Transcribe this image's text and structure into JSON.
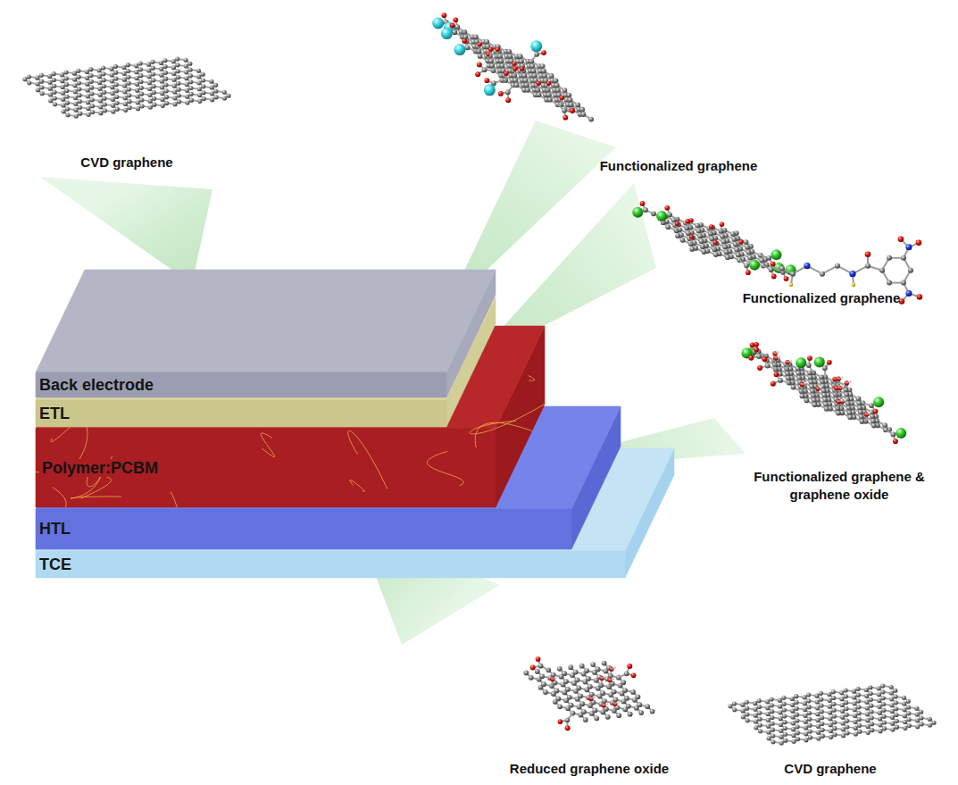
{
  "diagram": {
    "nodes": [
      {
        "text": [
          "Back electrode"
        ]
      },
      {
        "text": [
          "ETL"
        ]
      },
      {
        "text": [
          "Polymer:PCBM"
        ]
      },
      {
        "text": [
          "HTL"
        ]
      },
      {
        "text": [
          "TCE"
        ]
      }
    ],
    "labels": [
      "CVD graphene",
      "Functionalized graphene",
      "Functionalized graphene",
      "Functionalized graphene & graphene oxide",
      "Reduced graphene oxide",
      "CVD graphene"
    ]
  }
}
